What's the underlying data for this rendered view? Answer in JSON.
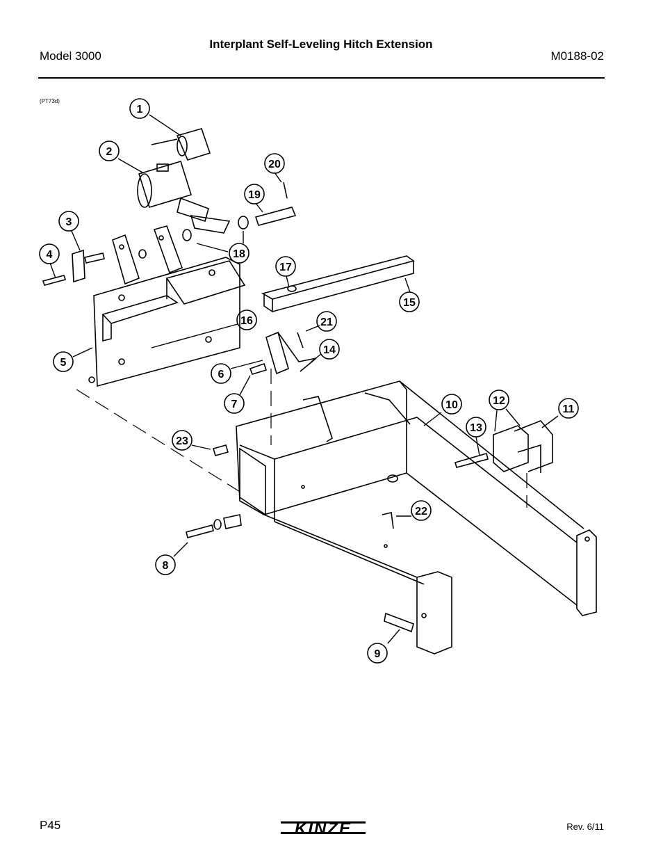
{
  "header": {
    "title": "Interplant Self-Leveling Hitch Extension",
    "model": "Model 3000",
    "doc_code": "M0188-02"
  },
  "figure": {
    "ref": "(PT73d)",
    "callouts": [
      "1",
      "2",
      "3",
      "4",
      "5",
      "6",
      "7",
      "8",
      "9",
      "10",
      "11",
      "12",
      "13",
      "14",
      "15",
      "16",
      "17",
      "18",
      "19",
      "20",
      "21",
      "22",
      "23"
    ]
  },
  "footer": {
    "page": "P45",
    "revision": "Rev. 6/11",
    "logo_text": "KINZE"
  }
}
